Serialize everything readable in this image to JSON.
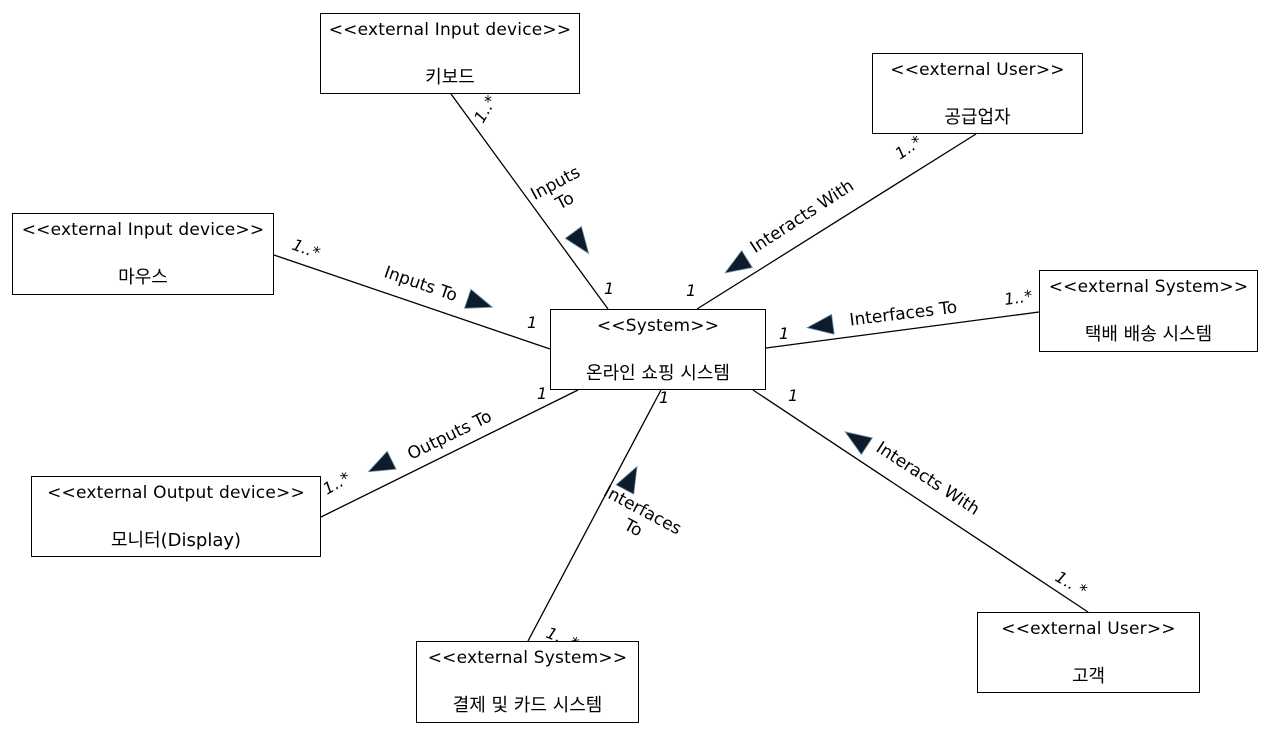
{
  "diagram": {
    "line_color": "#000000",
    "arrow_color": "#0d1b2a",
    "center": {
      "stereotype": "<<System>>",
      "name": "온라인 쇼핑 시스템"
    },
    "actors": [
      {
        "id": "keyboard",
        "stereotype": "<<external Input device>>",
        "name": "키보드"
      },
      {
        "id": "supplier",
        "stereotype": "<<external User>>",
        "name": "공급업자"
      },
      {
        "id": "mouse",
        "stereotype": "<<external Input device>>",
        "name": "마우스"
      },
      {
        "id": "delivery",
        "stereotype": "<<external System>>",
        "name": "택배 배송 시스템"
      },
      {
        "id": "monitor",
        "stereotype": "<<external Output device>>",
        "name": "모니터(Display)"
      },
      {
        "id": "payment",
        "stereotype": "<<external System>>",
        "name": "결제 및 카드 시스템"
      },
      {
        "id": "customer",
        "stereotype": "<<external User>>",
        "name": "고객"
      }
    ],
    "associations": [
      {
        "actor": "keyboard",
        "label": [
          "Inputs",
          "To"
        ],
        "arrow_dir": "toward-system",
        "actor_mult": "1..*",
        "system_mult": "1"
      },
      {
        "actor": "supplier",
        "label": [
          "Interacts With"
        ],
        "arrow_dir": "toward-system",
        "actor_mult": "1..*",
        "system_mult": "1"
      },
      {
        "actor": "mouse",
        "label": [
          "Inputs To"
        ],
        "arrow_dir": "toward-system",
        "actor_mult": "1..*",
        "system_mult": "1"
      },
      {
        "actor": "delivery",
        "label": [
          "Interfaces To"
        ],
        "arrow_dir": "toward-system",
        "actor_mult": "1..*",
        "system_mult": "1"
      },
      {
        "actor": "monitor",
        "label": [
          "Outputs To"
        ],
        "arrow_dir": "toward-actor",
        "actor_mult": "1..*",
        "system_mult": "1"
      },
      {
        "actor": "payment",
        "label": [
          "Interfaces",
          "To"
        ],
        "arrow_dir": "toward-system",
        "actor_mult": "1.. *",
        "system_mult": "1"
      },
      {
        "actor": "customer",
        "label": [
          "Interacts With"
        ],
        "arrow_dir": "toward-system",
        "actor_mult": "1.. *",
        "system_mult": "1"
      }
    ]
  }
}
